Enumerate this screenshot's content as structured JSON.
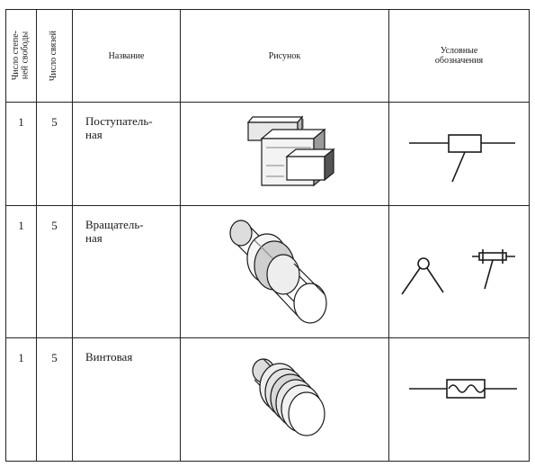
{
  "table": {
    "headers": {
      "dof": "Число степе-\nней свободы",
      "links": "Число связей",
      "name": "Название",
      "picture": "Рисунок",
      "symbols": "Условные\nобозначения"
    },
    "rows": [
      {
        "dof": "1",
        "links": "5",
        "name": "Поступатель-\nная",
        "picture_icon": "prismatic-joint-drawing",
        "symbol_icon": "prismatic-joint-symbol"
      },
      {
        "dof": "1",
        "links": "5",
        "name": "Вращатель-\nная",
        "picture_icon": "revolute-joint-drawing",
        "symbol_icon": "revolute-joint-symbol"
      },
      {
        "dof": "1",
        "links": "5",
        "name": "Винтовая",
        "picture_icon": "screw-joint-drawing",
        "symbol_icon": "screw-joint-symbol"
      }
    ]
  },
  "colors": {
    "ink": "#1a1a1a",
    "paper": "#ffffff"
  }
}
